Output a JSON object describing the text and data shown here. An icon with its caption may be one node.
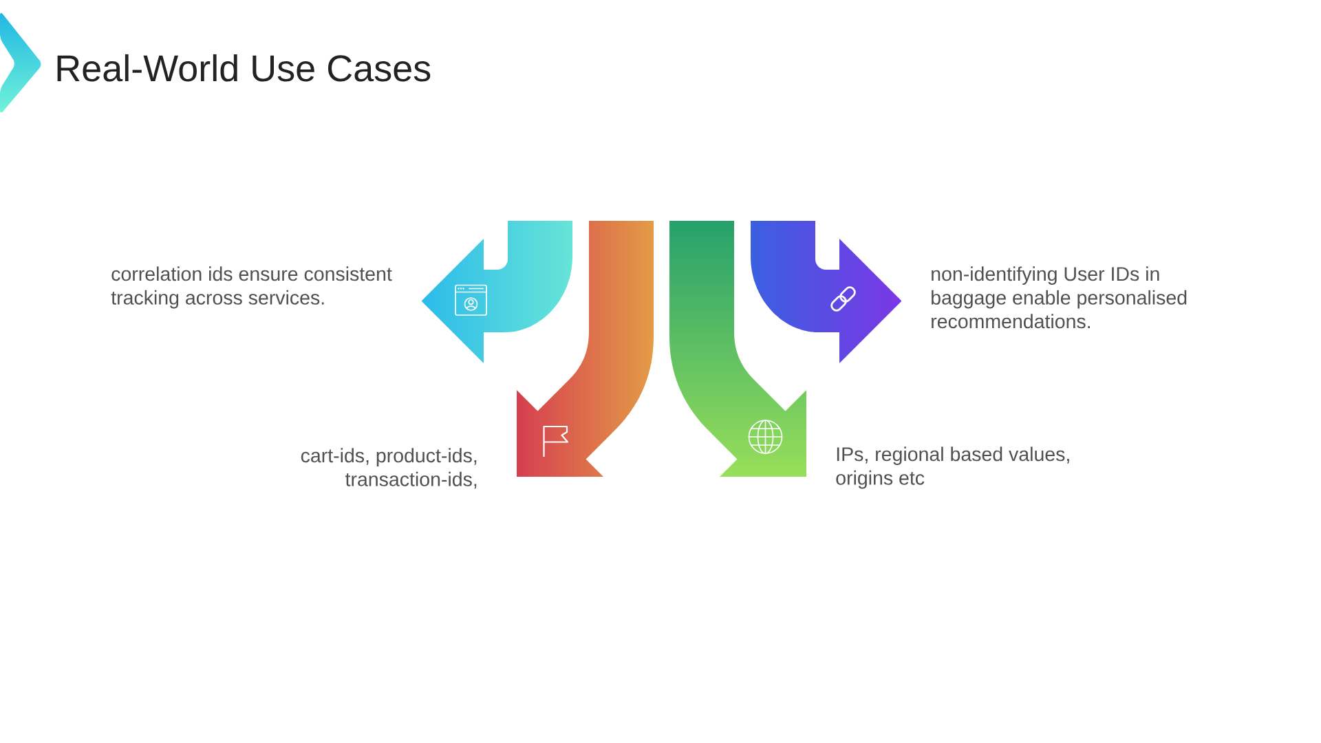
{
  "diagram": {
    "title": "Real-World Use Cases",
    "nodes": [
      {
        "text": [],
        "shape": "arrow",
        "beside": [
          "correlation ids ensure consistent tracking across services."
        ]
      },
      {
        "text": [],
        "shape": "arrow",
        "beside": [
          "cart-ids, product-ids, transaction-ids,"
        ]
      },
      {
        "text": [],
        "shape": "arrow",
        "beside": [
          "IPs, regional based values, origins etc"
        ]
      },
      {
        "text": [],
        "shape": "arrow",
        "beside": [
          "non-identifying User IDs in baggage enable personalised recommendations."
        ]
      }
    ]
  }
}
